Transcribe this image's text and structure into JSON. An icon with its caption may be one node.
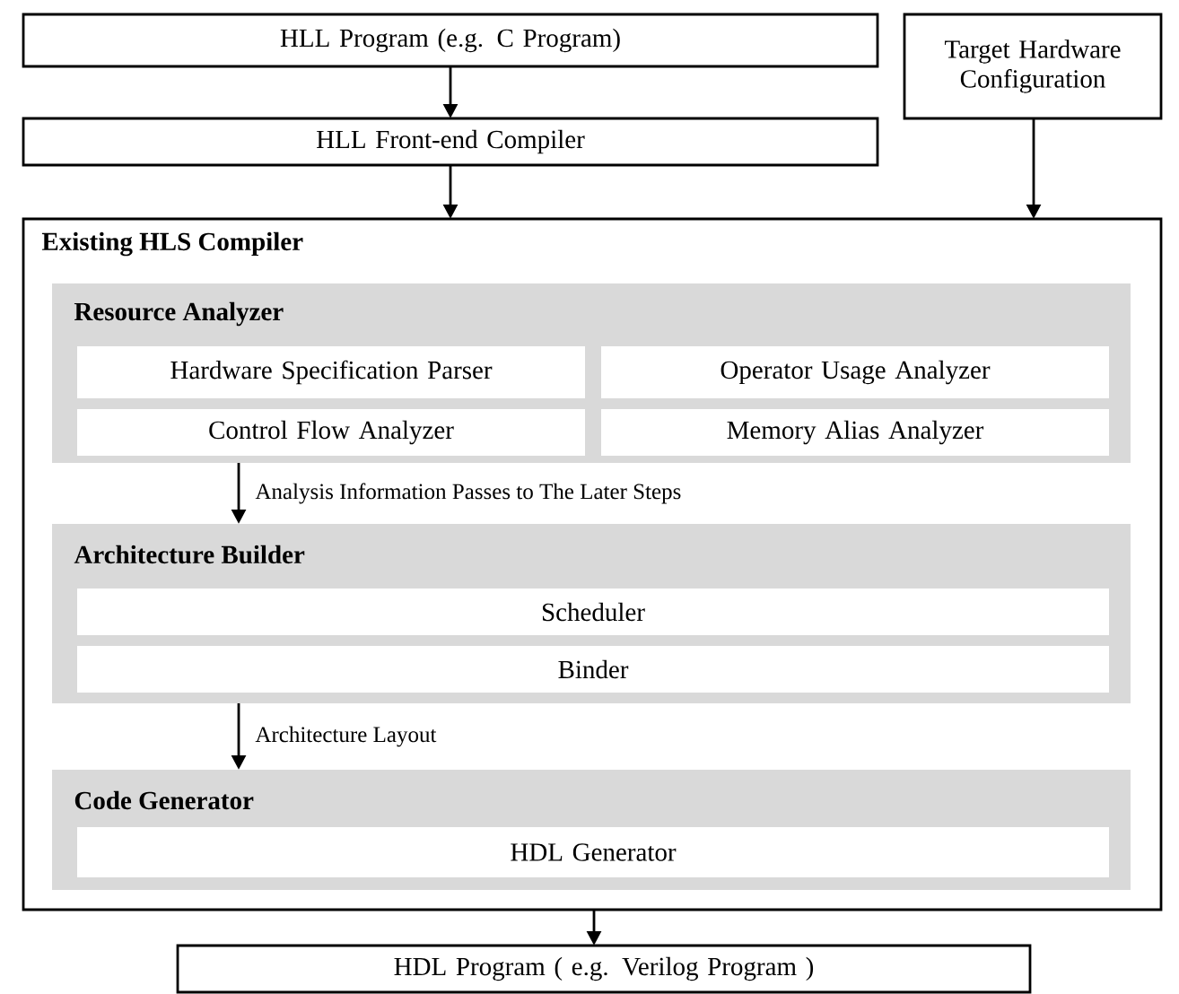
{
  "diagram": {
    "nodes": [
      {
        "text": [
          "HLL Program (e.g. C Program)"
        ]
      },
      {
        "text": [
          "Target Hardware Configuration"
        ]
      },
      {
        "text": [
          "HLL Front-end Compiler"
        ]
      },
      {
        "text": [
          "Existing HLS Compiler"
        ]
      },
      {
        "text": [
          "Resource Analyzer"
        ],
        "in": 3
      },
      {
        "text": [
          "Hardware Specification Parser"
        ],
        "in": 4
      },
      {
        "text": [
          "Operator Usage Analyzer"
        ],
        "in": 4
      },
      {
        "text": [
          "Control Flow Analyzer"
        ],
        "in": 4
      },
      {
        "text": [
          "Memory Alias Analyzer"
        ],
        "in": 4
      },
      {
        "text": [
          "Architecture Builder"
        ],
        "in": 3
      },
      {
        "text": [
          "Scheduler"
        ],
        "in": 9
      },
      {
        "text": [
          "Binder"
        ],
        "in": 9
      },
      {
        "text": [
          "Code Generator"
        ],
        "in": 3
      },
      {
        "text": [
          "HDL Generator"
        ],
        "in": 12
      },
      {
        "text": [
          "HDL Program ( e.g. Verilog Program )"
        ]
      }
    ],
    "edges": [
      {
        "from": 0,
        "to": 2,
        "arrow": "to"
      },
      {
        "from": 2,
        "to": 3,
        "arrow": "to"
      },
      {
        "from": 1,
        "to": 3,
        "arrow": "to"
      },
      {
        "from": 4,
        "to": 9,
        "arrow": "to",
        "label": "Analysis Information Passes to The Later Steps"
      },
      {
        "from": 9,
        "to": 12,
        "arrow": "to",
        "label": "Architecture Layout"
      },
      {
        "from": 3,
        "to": 14,
        "arrow": "to"
      }
    ]
  }
}
